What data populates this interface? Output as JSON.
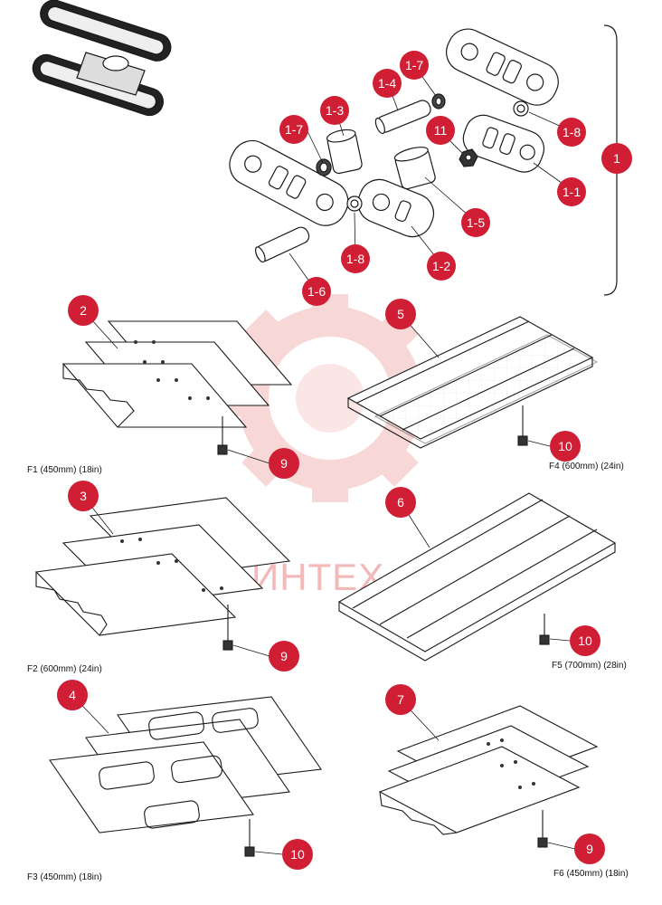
{
  "watermark": {
    "text": "ИНТЕХ",
    "color": "#f3b8b8"
  },
  "colors": {
    "callout": "#d01e35",
    "line": "#1a1a1a"
  },
  "callouts": {
    "c1": "1",
    "c1_1": "1-1",
    "c1_2": "1-2",
    "c1_3": "1-3",
    "c1_4": "1-4",
    "c1_5": "1-5",
    "c1_6": "1-6",
    "c1_7a": "1-7",
    "c1_7b": "1-7",
    "c1_8a": "1-8",
    "c1_8b": "1-8",
    "c11": "11",
    "c2": "2",
    "c3": "3",
    "c4": "4",
    "c5": "5",
    "c6": "6",
    "c7": "7",
    "c9a": "9",
    "c9b": "9",
    "c9c": "9",
    "c10a": "10",
    "c10b": "10",
    "c10c": "10"
  },
  "captions": {
    "f1": "F1 (450mm) (18in)",
    "f2": "F2 (600mm) (24in)",
    "f3": "F3 (450mm) (18in)",
    "f4": "F4 (600mm) (24in)",
    "f5": "F5 (700mm) (28in)",
    "f6": "F6 (450mm) (18in)"
  }
}
